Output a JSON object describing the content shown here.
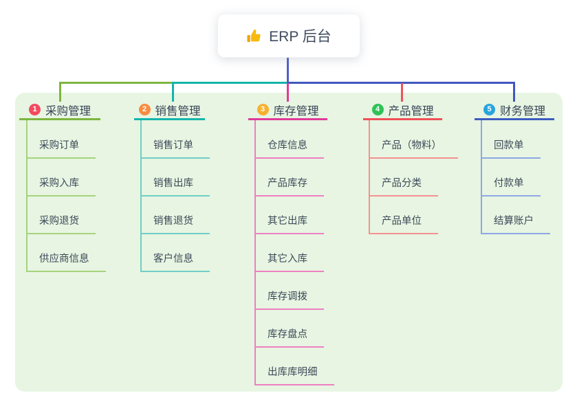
{
  "canvas": {
    "background": "#ffffff",
    "panel_background": "#e7f5e2"
  },
  "connector": {
    "color": "#4156c0",
    "root_color": "#4f5fc9"
  },
  "root": {
    "label": "ERP 后台",
    "icon": "thumbs-up",
    "icon_color": "#f7b90d"
  },
  "branches": [
    {
      "badge": "1",
      "label": "采购管理",
      "colors": {
        "badge": "#f24b5f",
        "line": "#7db53f",
        "light": "#a6d37c"
      },
      "children": [
        "采购订单",
        "采购入库",
        "采购退货",
        "供应商信息"
      ]
    },
    {
      "badge": "2",
      "label": "销售管理",
      "colors": {
        "badge": "#fa8c40",
        "line": "#13b5ab",
        "light": "#6fcec6"
      },
      "children": [
        "销售订单",
        "销售出库",
        "销售退货",
        "客户信息"
      ]
    },
    {
      "badge": "3",
      "label": "库存管理",
      "colors": {
        "badge": "#f8b12e",
        "line": "#e03a9a",
        "light": "#ee7fc0"
      },
      "children": [
        "仓库信息",
        "产品库存",
        "其它出库",
        "其它入库",
        "库存调拨",
        "库存盘点",
        "出库库明细"
      ]
    },
    {
      "badge": "4",
      "label": "产品管理",
      "colors": {
        "badge": "#2fc257",
        "line": "#ef5058",
        "light": "#f5908f"
      },
      "children": [
        "产品（物料）",
        "产品分类",
        "产品单位"
      ]
    },
    {
      "badge": "5",
      "label": "财务管理",
      "colors": {
        "badge": "#28a4de",
        "line": "#3c5cc0",
        "light": "#8ea6e6"
      },
      "children": [
        "回款单",
        "付款单",
        "结算账户"
      ]
    }
  ]
}
